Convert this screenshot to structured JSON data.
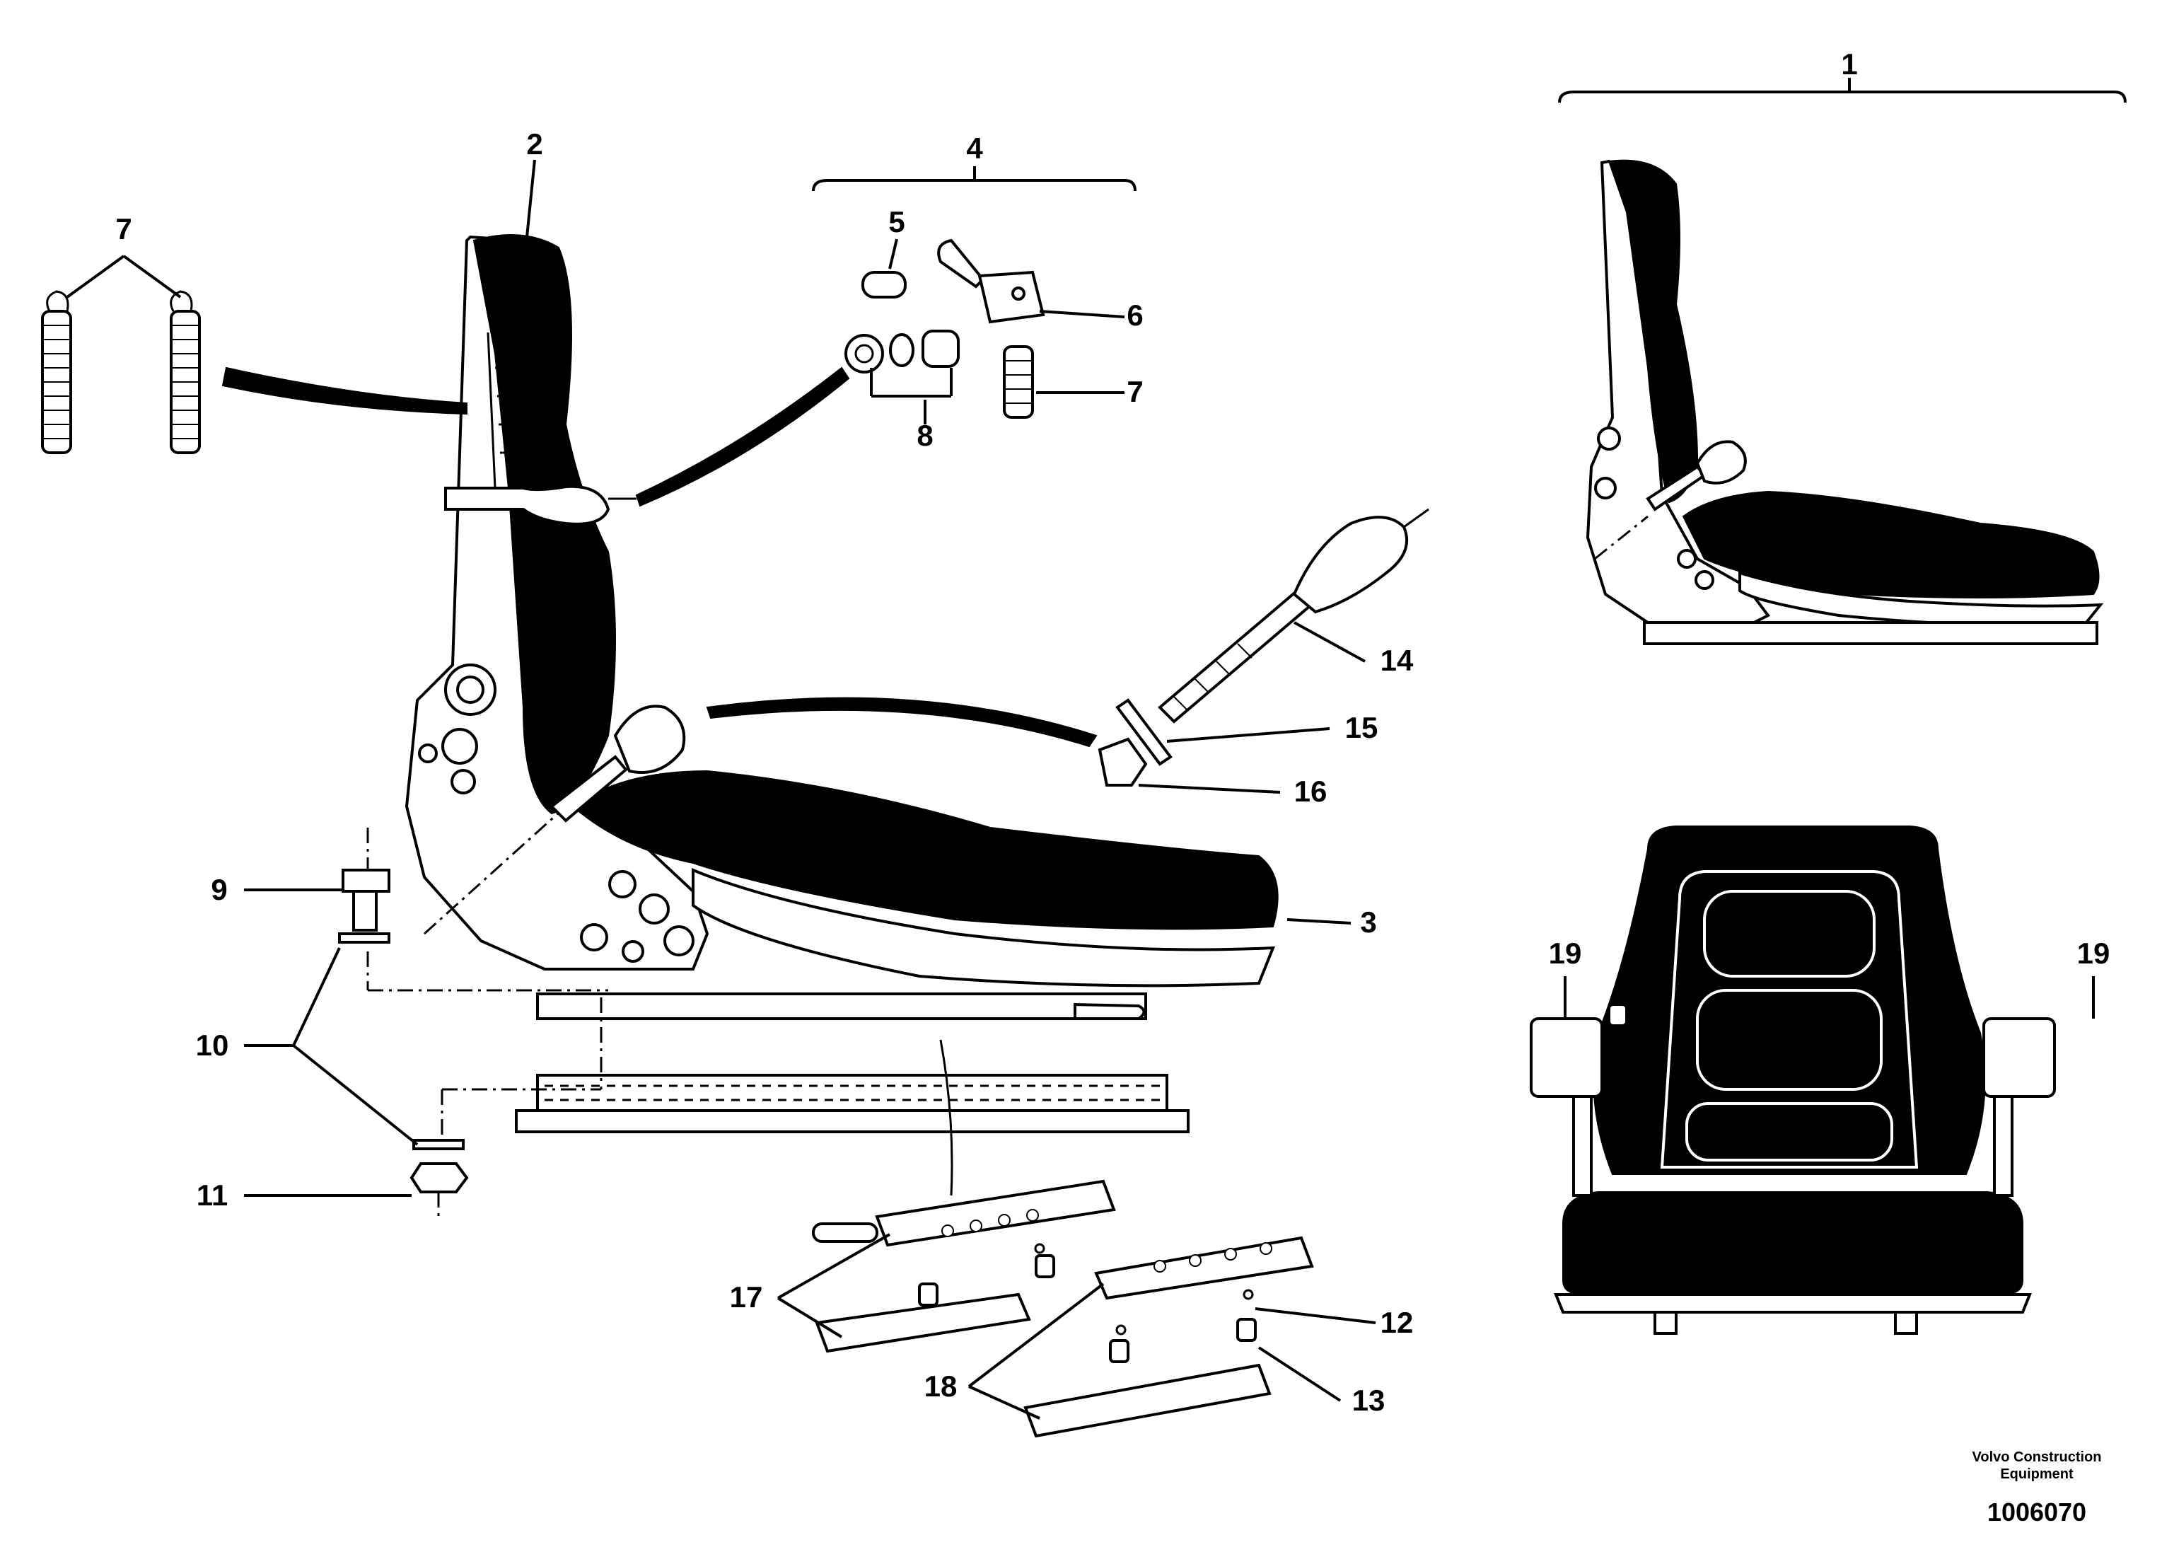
{
  "diagram": {
    "callouts": [
      {
        "id": "c1",
        "label": "1"
      },
      {
        "id": "c2",
        "label": "2"
      },
      {
        "id": "c3",
        "label": "3"
      },
      {
        "id": "c4",
        "label": "4"
      },
      {
        "id": "c5",
        "label": "5"
      },
      {
        "id": "c6",
        "label": "6"
      },
      {
        "id": "c7a",
        "label": "7"
      },
      {
        "id": "c7b",
        "label": "7"
      },
      {
        "id": "c8",
        "label": "8"
      },
      {
        "id": "c9",
        "label": "9"
      },
      {
        "id": "c10",
        "label": "10"
      },
      {
        "id": "c11",
        "label": "11"
      },
      {
        "id": "c12",
        "label": "12"
      },
      {
        "id": "c13",
        "label": "13"
      },
      {
        "id": "c14",
        "label": "14"
      },
      {
        "id": "c15",
        "label": "15"
      },
      {
        "id": "c16",
        "label": "16"
      },
      {
        "id": "c17",
        "label": "17"
      },
      {
        "id": "c18",
        "label": "18"
      },
      {
        "id": "c19a",
        "label": "19"
      },
      {
        "id": "c19b",
        "label": "19"
      }
    ],
    "credit_line1": "Volvo Construction",
    "credit_line2": "Equipment",
    "document_number": "1006070"
  }
}
